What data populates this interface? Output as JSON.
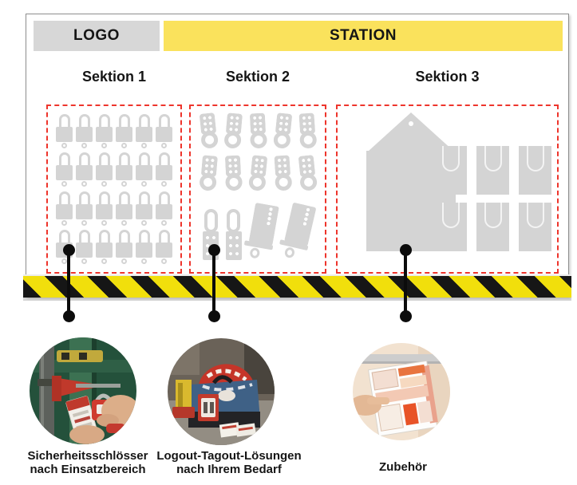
{
  "board": {
    "logo_label": "LOGO",
    "station_label": "STATION"
  },
  "sections": [
    {
      "title": "Sektion 1",
      "content": "grid of gray safety padlocks"
    },
    {
      "title": "Sektion 2",
      "content": "lockout hasps, cable lockouts and plate lockout devices"
    },
    {
      "title": "Sektion 3",
      "content": "large tag holder board and document pockets"
    }
  ],
  "figures": {
    "padlocks": {
      "rows": 4,
      "cols": 6
    },
    "hasps": {
      "rows": 2,
      "cols": 5
    },
    "cable_lockouts": 2,
    "plate_lockouts": 2,
    "big_tag_count": 1,
    "pockets": {
      "rows": 2,
      "cols": 3
    }
  },
  "callouts": [
    {
      "photo": "hands attaching red safety padlock with warning tag to green valve station",
      "label_lines": [
        "Sicherheitsschlösser",
        "nach Einsatzbereich"
      ]
    },
    {
      "photo": "blue lockout-tagout kit bag with red sign, yellow valve lockout and tags",
      "label_lines": [
        "Logout-Tagout-Lösungen",
        "nach Ihrem Bedarf"
      ]
    },
    {
      "photo": "hand holding accessory catalog pages under a wall rail",
      "label_lines": [
        "Zubehör"
      ]
    }
  ],
  "colors": {
    "header_yellow": "#fae25c",
    "stripe_yellow": "#f1df0c",
    "stripe_black": "#161616",
    "logo_gray": "#d7d7d7",
    "icon_gray": "#d4d4d4",
    "dashed_red": "#ee352c",
    "text_black": "#151515",
    "board_border": "#8e8e8e"
  }
}
